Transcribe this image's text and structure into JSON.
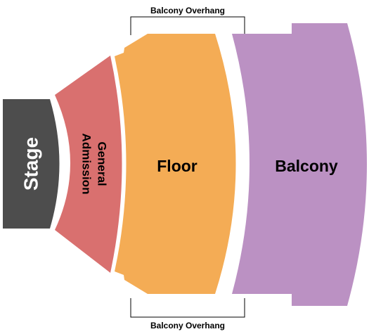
{
  "sections": {
    "stage": {
      "label": "Stage",
      "color": "#4d4d4d"
    },
    "general_admission": {
      "line1": "General",
      "line2": "Admission",
      "color": "#d9706f"
    },
    "floor": {
      "label": "Floor",
      "color": "#f4ac55"
    },
    "balcony": {
      "label": "Balcony",
      "color": "#bb91c3"
    }
  },
  "overhang": {
    "top_label": "Balcony Overhang",
    "bottom_label": "Balcony Overhang"
  }
}
